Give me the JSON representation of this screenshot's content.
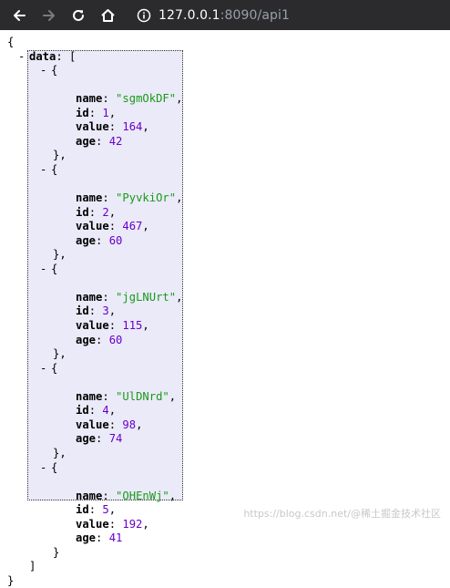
{
  "browser": {
    "url_host": "127.0.0.1",
    "url_rest": ":8090/api1"
  },
  "json": {
    "open_brace": "{",
    "close_brace": "}",
    "data_key": "data",
    "collapse_glyph": "-",
    "array_open": "[",
    "array_close": "]",
    "items": [
      {
        "name": "sgmOkDF",
        "id": 1,
        "value": 164,
        "age": 42
      },
      {
        "name": "PyvkiOr",
        "id": 2,
        "value": 467,
        "age": 60
      },
      {
        "name": "jgLNUrt",
        "id": 3,
        "value": 115,
        "age": 60
      },
      {
        "name": "UlDNrd",
        "id": 4,
        "value": 98,
        "age": 74
      },
      {
        "name": "OHEnWj",
        "id": 5,
        "value": 192,
        "age": 41
      }
    ]
  },
  "watermark": "https://blog.csdn.net/@稀土掘金技术社区"
}
